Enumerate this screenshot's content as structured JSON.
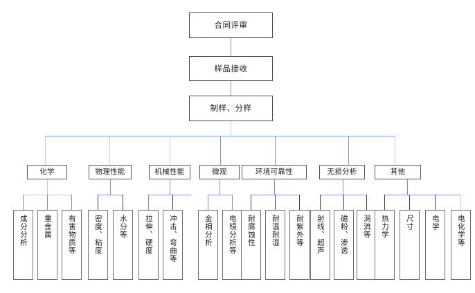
{
  "diagram": {
    "title_nodes": [
      {
        "id": "contract-review",
        "label": "合同评审"
      },
      {
        "id": "sample-receipt",
        "label": "样品接收"
      },
      {
        "id": "sample-prep",
        "label": "制样、分样"
      }
    ],
    "categories": [
      {
        "id": "chemistry",
        "label": "化学",
        "leaves": [
          {
            "id": "composition-analysis",
            "label": "成分分析"
          },
          {
            "id": "heavy-metal",
            "label": "重金属"
          },
          {
            "id": "harmful-substances",
            "label": "有害物质等"
          }
        ]
      },
      {
        "id": "physical-properties",
        "label": "物理性能",
        "leaves": [
          {
            "id": "density-viscosity",
            "label": "密度、粘度"
          },
          {
            "id": "moisture",
            "label": "水分等"
          }
        ]
      },
      {
        "id": "mechanical-properties",
        "label": "机械性能",
        "leaves": [
          {
            "id": "tensile-hardness",
            "label": "拉伸、硬度"
          },
          {
            "id": "impact-bending",
            "label": "冲击、弯曲等"
          }
        ]
      },
      {
        "id": "microscopic",
        "label": "微观",
        "leaves": [
          {
            "id": "metallographic-analysis",
            "label": "金相分析"
          },
          {
            "id": "electron-microscopy",
            "label": "电镜分析等"
          }
        ]
      },
      {
        "id": "environmental-reliability",
        "label": "环境可靠性",
        "leaves": [
          {
            "id": "corrosion-resistance",
            "label": "耐腐蚀性"
          },
          {
            "id": "temp-humidity-resistance",
            "label": "耐温耐湿"
          },
          {
            "id": "uv-resistance",
            "label": "耐紫外等"
          }
        ]
      },
      {
        "id": "nondestructive-analysis",
        "label": "无损分析",
        "leaves": [
          {
            "id": "radiography-ultrasonic",
            "label": "射线、超声"
          },
          {
            "id": "magnetic-penetrant",
            "label": "磁粉、渗透"
          },
          {
            "id": "eddy-current",
            "label": "涡流等"
          }
        ]
      },
      {
        "id": "others",
        "label": "其他",
        "leaves": [
          {
            "id": "thermodynamics",
            "label": "热力学"
          },
          {
            "id": "dimension",
            "label": "尺寸"
          },
          {
            "id": "electrical",
            "label": "电学"
          },
          {
            "id": "electrochemistry",
            "label": "电化学等"
          }
        ]
      }
    ],
    "colors": {
      "connector_blue": "#6f9bd1",
      "connector_pale_blue": "#b9d0e8",
      "connector_dark": "#3f3f3f",
      "connector_gray": "#8e8e8e",
      "box_border": "#555555",
      "background": "#ffffff"
    }
  }
}
